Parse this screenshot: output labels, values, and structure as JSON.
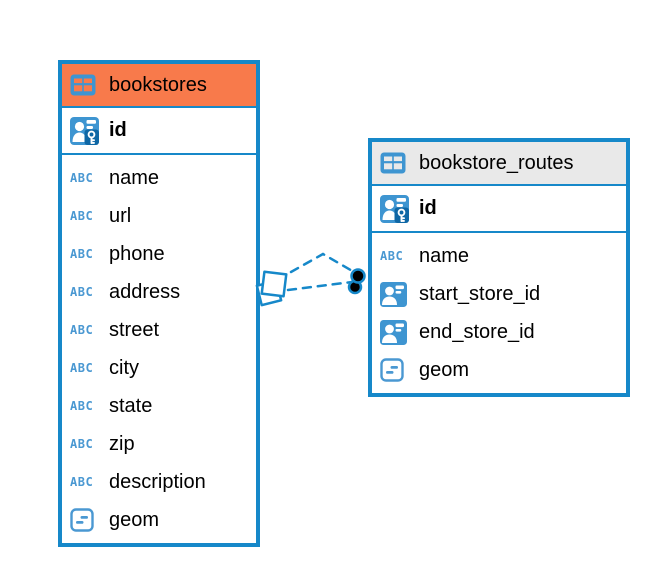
{
  "colors": {
    "accent_blue": "#1688c9",
    "icon_blue": "#3e95d1",
    "icon_outline_blue": "#4a98d2",
    "header_orange": "#f87a4b",
    "header_gray": "#e9e9e9",
    "key_chip_blue": "#0f67a5",
    "text": "#000000",
    "canvas_bg": "#ffffff"
  },
  "icons": {
    "text_type_label": "ABC"
  },
  "tables": [
    {
      "name": "bookstores",
      "header_style": "orange",
      "primary_key": {
        "name": "id",
        "icon": "primary-key-icon"
      },
      "columns": [
        {
          "name": "name",
          "type": "text",
          "icon": "text-type-icon"
        },
        {
          "name": "url",
          "type": "text",
          "icon": "text-type-icon"
        },
        {
          "name": "phone",
          "type": "text",
          "icon": "text-type-icon"
        },
        {
          "name": "address",
          "type": "text",
          "icon": "text-type-icon"
        },
        {
          "name": "street",
          "type": "text",
          "icon": "text-type-icon"
        },
        {
          "name": "city",
          "type": "text",
          "icon": "text-type-icon"
        },
        {
          "name": "state",
          "type": "text",
          "icon": "text-type-icon"
        },
        {
          "name": "zip",
          "type": "text",
          "icon": "text-type-icon"
        },
        {
          "name": "description",
          "type": "text",
          "icon": "text-type-icon"
        },
        {
          "name": "geom",
          "type": "geometry",
          "icon": "geometry-type-icon"
        }
      ]
    },
    {
      "name": "bookstore_routes",
      "header_style": "gray",
      "primary_key": {
        "name": "id",
        "icon": "primary-key-icon"
      },
      "columns": [
        {
          "name": "name",
          "type": "text",
          "icon": "text-type-icon"
        },
        {
          "name": "start_store_id",
          "type": "reference",
          "icon": "foreign-key-icon"
        },
        {
          "name": "end_store_id",
          "type": "reference",
          "icon": "foreign-key-icon"
        },
        {
          "name": "geom",
          "type": "geometry",
          "icon": "geometry-type-icon"
        }
      ]
    }
  ],
  "relations": [
    {
      "from_table": "bookstore_routes",
      "from_columns": [
        "start_store_id",
        "end_store_id"
      ],
      "to_table": "bookstores",
      "to_column": "id",
      "line_style": "dashed",
      "source_marker": "overlapping-squares",
      "target_marker": "filled-circles"
    }
  ]
}
